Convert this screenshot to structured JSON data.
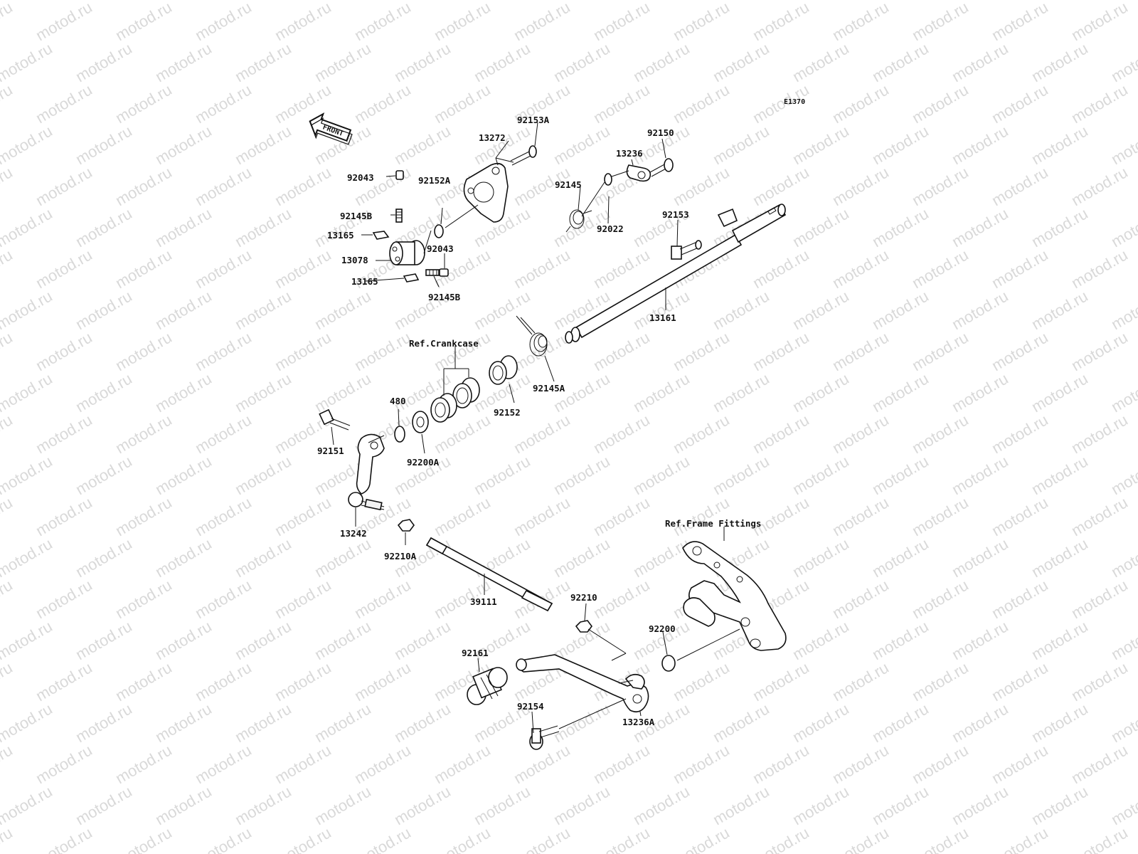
{
  "diagram_code": "E1370",
  "front_label": "FRONT",
  "watermark_text": "motod.ru",
  "part_labels": {
    "p92153A": "92153A",
    "p13272": "13272",
    "p92043a": "92043",
    "p92145Ba": "92145B",
    "p92152A": "92152A",
    "p13165a": "13165",
    "p13078": "13078",
    "p92043b": "92043",
    "p13165b": "13165",
    "p92145Bb": "92145B",
    "p92150": "92150",
    "p13236": "13236",
    "p92145": "92145",
    "p92022": "92022",
    "p92153": "92153",
    "p13161": "13161",
    "refCrankcase": "Ref.Crankcase",
    "p92152": "92152",
    "p92145A": "92145A",
    "p480": "480",
    "p92151": "92151",
    "p92200A": "92200A",
    "p13242": "13242",
    "p92210A": "92210A",
    "p39111": "39111",
    "refFrame": "Ref.Frame Fittings",
    "p92210": "92210",
    "p92200": "92200",
    "p92161": "92161",
    "p92154": "92154",
    "p13236A": "13236A"
  }
}
